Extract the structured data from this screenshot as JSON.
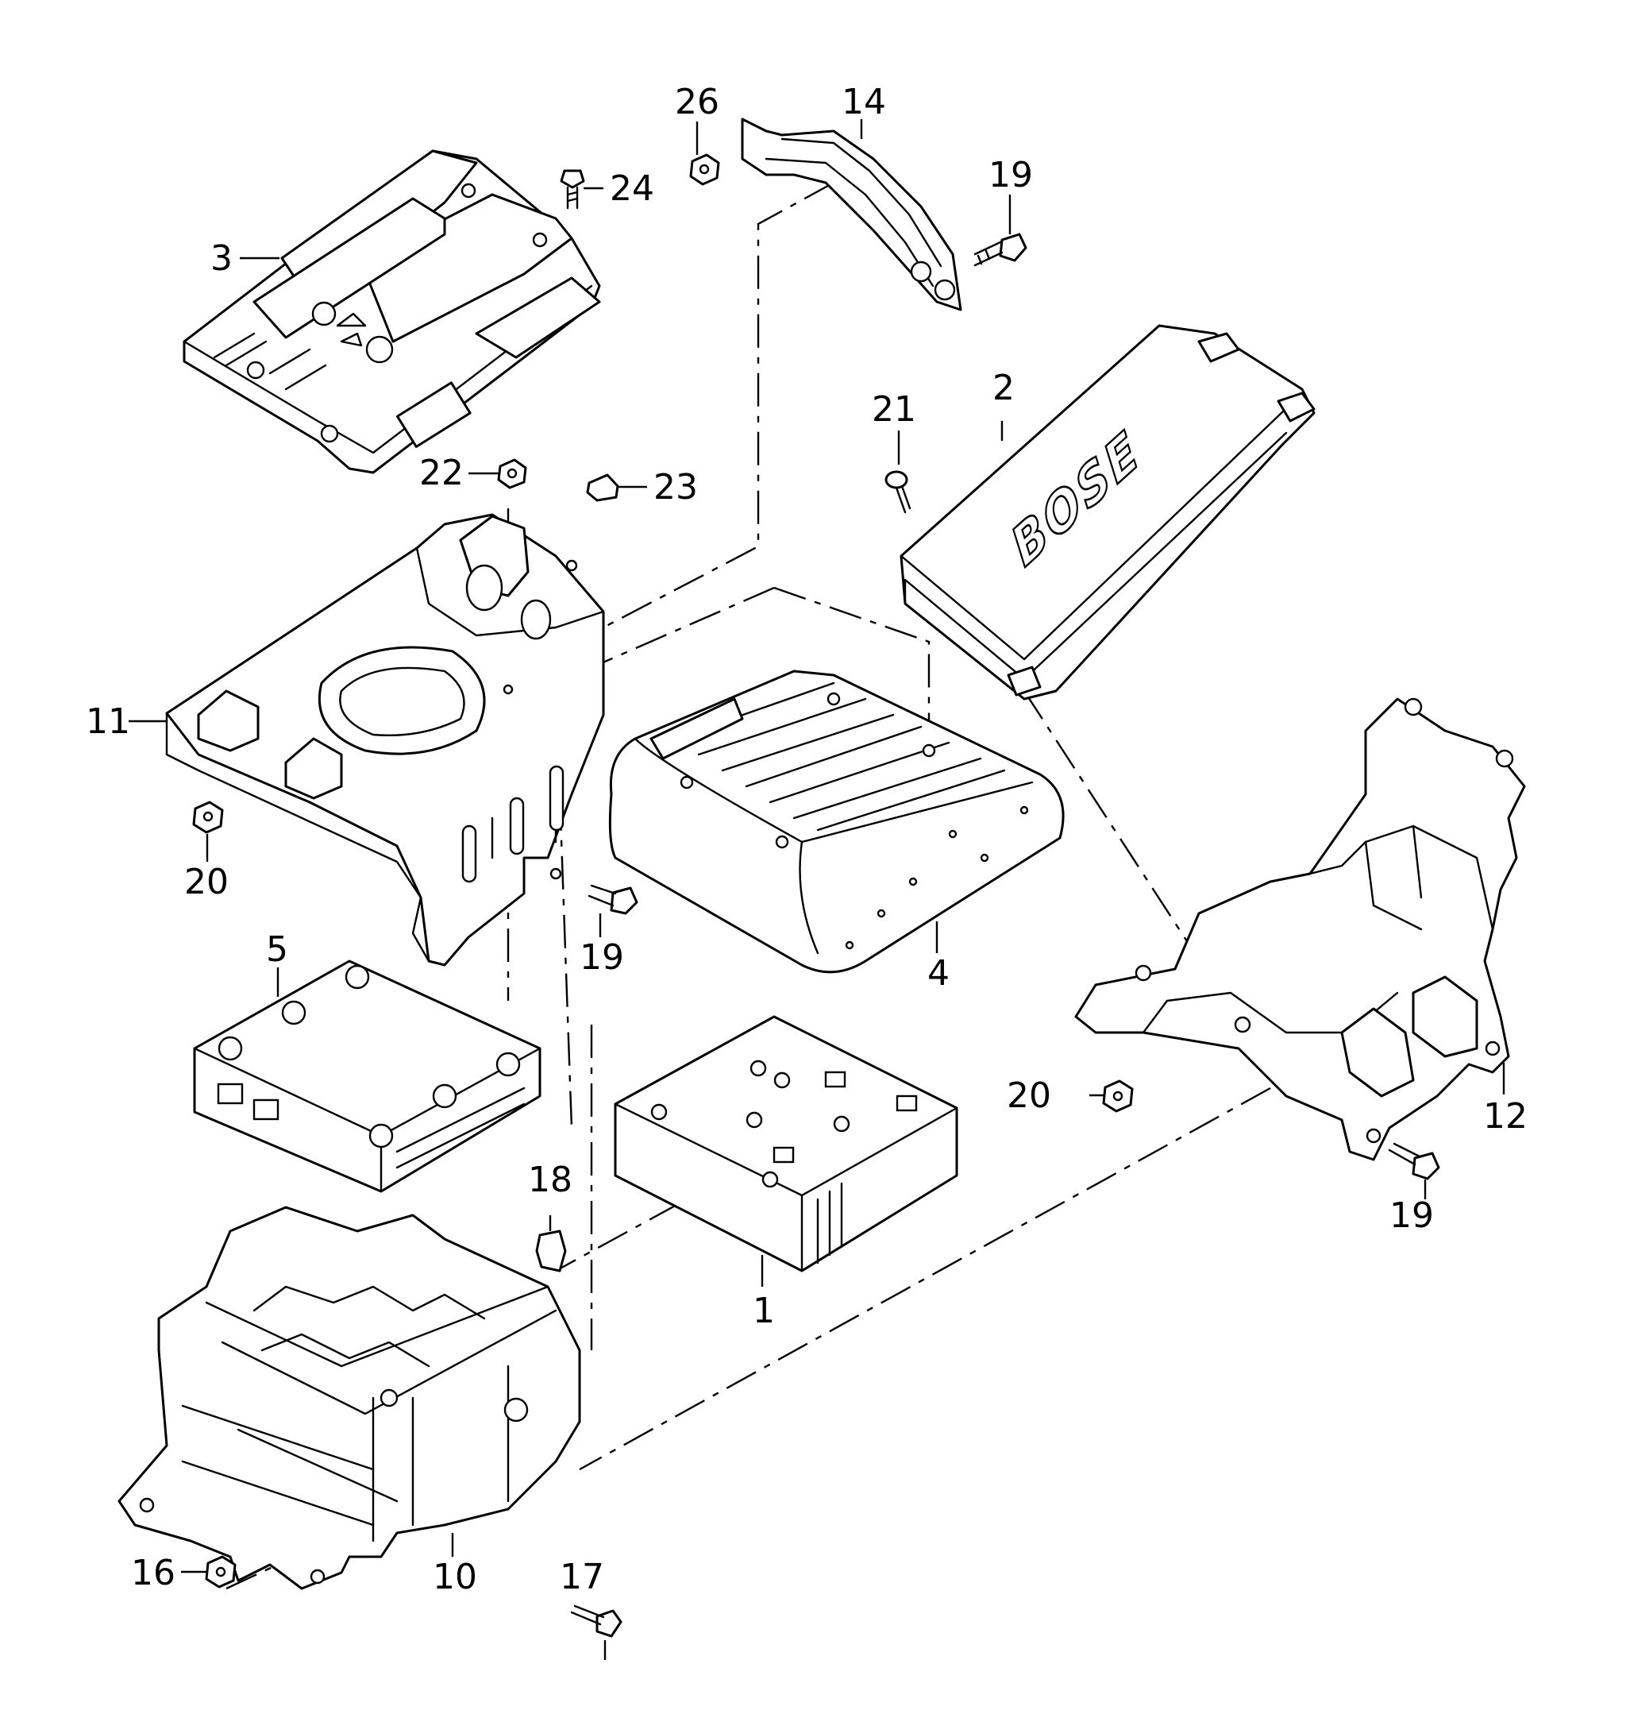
{
  "colors": {
    "line": "#000000",
    "background": "#ffffff"
  },
  "brand_logo": "BOSE",
  "callouts": [
    {
      "id": "c1",
      "label": "1"
    },
    {
      "id": "c2",
      "label": "2"
    },
    {
      "id": "c3",
      "label": "3"
    },
    {
      "id": "c4",
      "label": "4"
    },
    {
      "id": "c5",
      "label": "5"
    },
    {
      "id": "c10",
      "label": "10"
    },
    {
      "id": "c11",
      "label": "11"
    },
    {
      "id": "c12",
      "label": "12"
    },
    {
      "id": "c14",
      "label": "14"
    },
    {
      "id": "c16",
      "label": "16"
    },
    {
      "id": "c17",
      "label": "17"
    },
    {
      "id": "c18",
      "label": "18"
    },
    {
      "id": "c19a",
      "label": "19"
    },
    {
      "id": "c19b",
      "label": "19"
    },
    {
      "id": "c19c",
      "label": "19"
    },
    {
      "id": "c20a",
      "label": "20"
    },
    {
      "id": "c20b",
      "label": "20"
    },
    {
      "id": "c21",
      "label": "21"
    },
    {
      "id": "c22",
      "label": "22"
    },
    {
      "id": "c23",
      "label": "23"
    },
    {
      "id": "c24",
      "label": "24"
    },
    {
      "id": "c26",
      "label": "26"
    }
  ]
}
